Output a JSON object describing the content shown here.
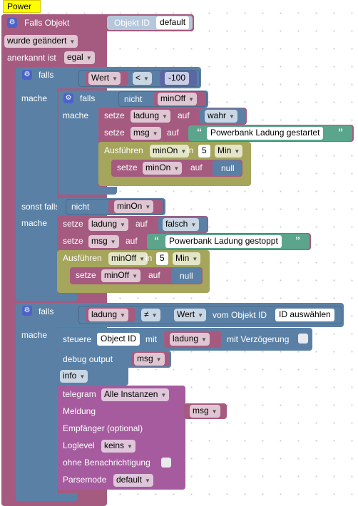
{
  "tab": {
    "label": "Power"
  },
  "colors": {
    "event": "#a55b80",
    "logic": "#5b80a5",
    "var": "#a55b80",
    "text": "#5ba58c",
    "timer": "#a5a55b",
    "output": "#5b80a5",
    "message": "#a55b9e",
    "tab_bg": "#ffff00"
  },
  "trigger": {
    "title": "Falls Objekt",
    "object_id_label": "Objekt ID",
    "object_id_value": "default",
    "changed": "wurde geändert",
    "ack_label": "anerkannt ist",
    "ack_value": "egal"
  },
  "if1": {
    "falls": "falls",
    "lhs": "Wert",
    "op": "<",
    "rhs": "-100",
    "mache": "mache",
    "inner_if": {
      "falls": "falls",
      "not": "nicht",
      "var": "minOff",
      "mache": "mache"
    },
    "set_ladung": {
      "setze": "setze",
      "var": "ladung",
      "auf": "auf",
      "value": "wahr"
    },
    "set_msg": {
      "setze": "setze",
      "var": "msg",
      "auf": "auf",
      "text": "Powerbank Ladung gestartet"
    },
    "timer": {
      "label": "Ausführen",
      "var": "minOn",
      "in": "in",
      "amount": "5",
      "unit": "Min"
    },
    "set_timer_null": {
      "setze": "setze",
      "var": "minOn",
      "auf": "auf",
      "value": "null"
    },
    "else_if": {
      "label": "sonst falls",
      "not": "nicht",
      "var": "minOn",
      "mache": "mache"
    },
    "set_ladung2": {
      "setze": "setze",
      "var": "ladung",
      "auf": "auf",
      "value": "falsch"
    },
    "set_msg2": {
      "setze": "setze",
      "var": "msg",
      "auf": "auf",
      "text": "Powerbank Ladung gestoppt"
    },
    "timer2": {
      "label": "Ausführen",
      "var": "minOff",
      "in": "in",
      "amount": "5",
      "unit": "Min"
    },
    "set_timer2_null": {
      "setze": "setze",
      "var": "minOff",
      "auf": "auf",
      "value": "null"
    }
  },
  "if2": {
    "falls": "falls",
    "lhs": "ladung",
    "op": "≠",
    "rhs_prop": "Wert",
    "rhs_of": "vom Objekt ID",
    "rhs_select": "ID auswählen",
    "mache": "mache",
    "control": {
      "label": "steuere",
      "object": "Object ID",
      "mit": "mit",
      "var": "ladung",
      "delay": "mit Verzögerung"
    },
    "debug": {
      "label": "debug output",
      "var": "msg",
      "level": "info"
    },
    "telegram": {
      "label": "telegram",
      "instance": "Alle Instanzen",
      "message_label": "Meldung",
      "message_var": "msg",
      "recipient": "Empfänger (optional)",
      "loglevel_label": "Loglevel",
      "loglevel": "keins",
      "silent": "ohne Benachrichtigung",
      "parsemode_label": "Parsemode",
      "parsemode": "default"
    }
  }
}
